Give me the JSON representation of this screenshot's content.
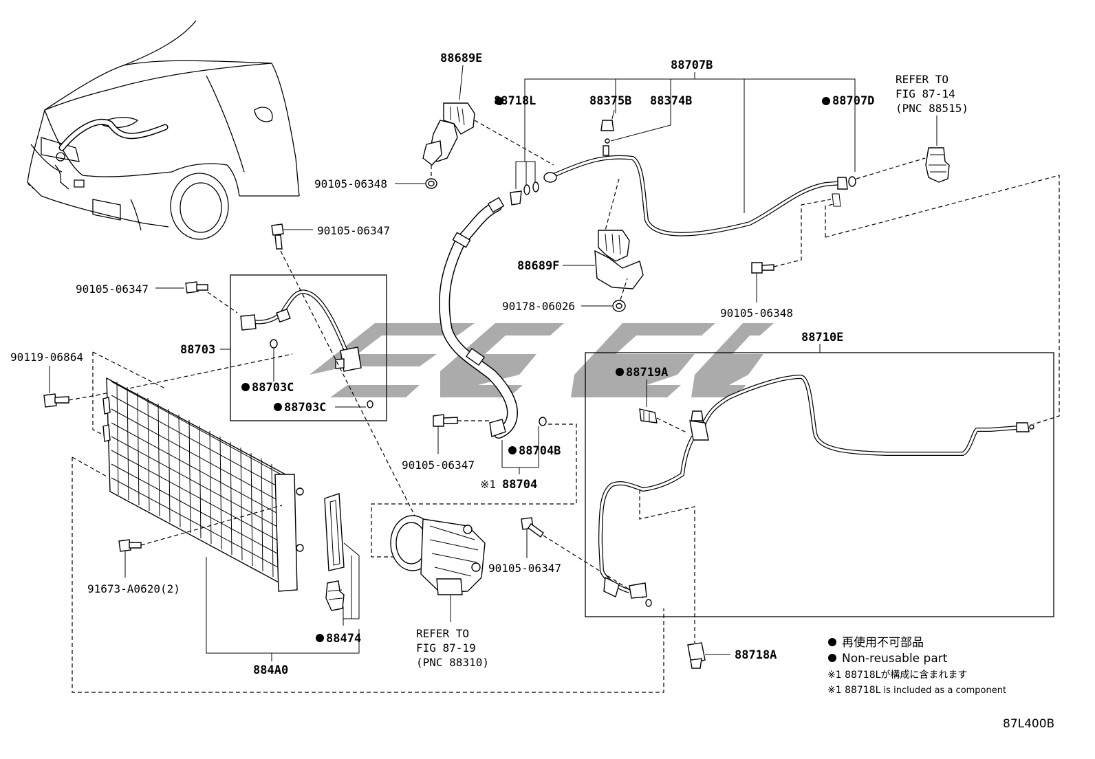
{
  "diagram": {
    "labels": {
      "p88689E": "88689E",
      "p88707B": "88707B",
      "p88718L": "88718L",
      "p88375B": "88375B",
      "p88374B": "88374B",
      "p88707D": "88707D",
      "refer1_line1": "REFER TO",
      "refer1_line2": "FIG 87-14",
      "refer1_line3": "(PNC 88515)",
      "b90105_06348_a": "90105-06348",
      "b90105_06347_a": "90105-06347",
      "b90105_06347_b": "90105-06347",
      "p88703": "88703",
      "b90119_06864": "90119-06864",
      "p88703C_a": "88703C",
      "p88703C_b": "88703C",
      "p88689F": "88689F",
      "b90178_06026": "90178-06026",
      "b90105_06348_b": "90105-06348",
      "p88710E": "88710E",
      "p88719A": "88719A",
      "b90105_06347_c": "90105-06347",
      "p88704B": "88704B",
      "p88704_mark": "※1",
      "p88704": "88704",
      "b90105_06347_d": "90105-06347",
      "b91673": "91673-A0620(2)",
      "p88474": "88474",
      "p884A0": "884A0",
      "refer2_line1": "REFER TO",
      "refer2_line2": "FIG 87-19",
      "refer2_line3": "(PNC 88310)",
      "p88718A": "88718A"
    },
    "legend": {
      "line1": "再使用不可部品",
      "line2": "Non-reusable part",
      "line3": "※1 88718Lが構成に含まれます",
      "line4_a": "※1 88718L",
      "line4_b": " is included as a component"
    },
    "figure_code": "87L400B",
    "watermark_icon": "stylized-logo-watermark",
    "colors": {
      "ink": "#000000",
      "watermark": "#8a8a8a",
      "background": "#ffffff"
    }
  }
}
